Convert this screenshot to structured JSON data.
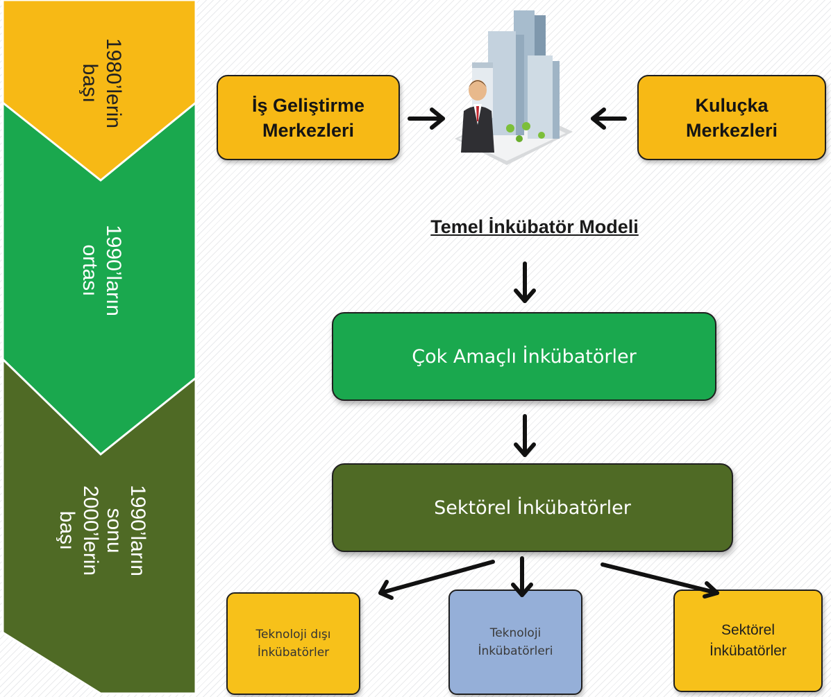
{
  "timeline": [
    {
      "label": "1980’lerin\nbaşı",
      "color": "#f7b915",
      "text_color": "#222222"
    },
    {
      "label": "1990’ların\nortası",
      "color": "#1aa84e",
      "text_color": "#ffffff"
    },
    {
      "label": "1990’ların\nsonu\n2000’lerin\nbaşı",
      "color": "#4f6a25",
      "text_color": "#ffffff"
    }
  ],
  "top": {
    "left_box": "İş Geliştirme\nMerkezleri",
    "right_box": "Kuluçka\nMerkezleri",
    "building_icon": "office-building-with-businessman-icon"
  },
  "model_title": "Temel İnkübatör Modeli",
  "flow": {
    "multi_purpose": "Çok Amaçlı İnkübatörler",
    "sectoral": "Sektörel İnkübatörler"
  },
  "leaves": [
    {
      "label": "Teknoloji dışı\nİnkübatörler",
      "color": "#f7c11a"
    },
    {
      "label": "Teknoloji\nİnkübatörleri",
      "color": "#95afd8"
    },
    {
      "label": "Sektörel\nİnkübatörler",
      "color": "#f7c11a"
    }
  ],
  "colors": {
    "yellow": "#f7b915",
    "green": "#1aa84e",
    "dark_green": "#4f6a25",
    "blue": "#95afd8",
    "outline": "#1f1f1f"
  }
}
